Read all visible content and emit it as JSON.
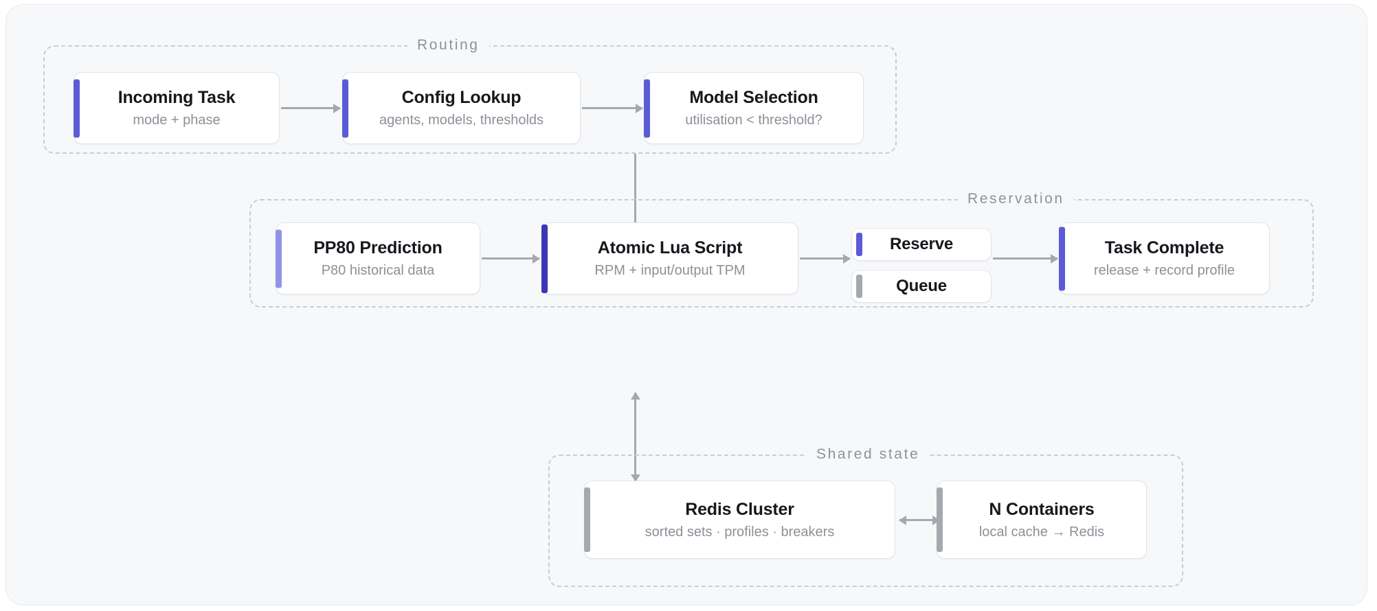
{
  "diagram": {
    "accent_colors": {
      "indigo": "#5b5bd6",
      "indigo_dark": "#3b37b5",
      "indigo_light": "#9193e8",
      "gray": "#a5a8ae"
    },
    "canvas_bg": "#f7f8fa",
    "groups": [
      {
        "id": "routing",
        "label": "Routing"
      },
      {
        "id": "reservation",
        "label": "Reservation"
      },
      {
        "id": "shared_state",
        "label": "Shared state"
      }
    ],
    "nodes": {
      "incoming_task": {
        "title": "Incoming Task",
        "sub": "mode + phase",
        "accent": "#5b5bd6"
      },
      "config_lookup": {
        "title": "Config Lookup",
        "sub": "agents, models, thresholds",
        "accent": "#5b5bd6"
      },
      "model_selection": {
        "title": "Model Selection",
        "sub": "utilisation < threshold?",
        "accent": "#5b5bd6"
      },
      "pp80_prediction": {
        "title": "PP80 Prediction",
        "sub": "P80 historical data",
        "accent": "#9193e8"
      },
      "atomic_lua": {
        "title": "Atomic Lua Script",
        "sub": "RPM + input/output TPM",
        "accent": "#3b37b5"
      },
      "reserve": {
        "title": "Reserve",
        "sub": "",
        "accent": "#5b5bd6"
      },
      "queue": {
        "title": "Queue",
        "sub": "",
        "accent": "#a5a8ae"
      },
      "task_complete": {
        "title": "Task Complete",
        "sub": "release + record profile",
        "accent": "#5b5bd6"
      },
      "redis_cluster": {
        "title": "Redis Cluster",
        "sub": "sorted sets · profiles · breakers",
        "accent": "#a5a8ae"
      },
      "n_containers": {
        "title": "N Containers",
        "sub": "local cache → Redis",
        "accent": "#a5a8ae"
      }
    },
    "edges": [
      {
        "from": "incoming_task",
        "to": "config_lookup",
        "kind": "arrow-right"
      },
      {
        "from": "config_lookup",
        "to": "model_selection",
        "kind": "arrow-right"
      },
      {
        "from": "routing",
        "to": "atomic_lua",
        "kind": "arrow-down"
      },
      {
        "from": "pp80_prediction",
        "to": "atomic_lua",
        "kind": "arrow-right"
      },
      {
        "from": "atomic_lua",
        "to": "reserve",
        "kind": "arrow-right"
      },
      {
        "from": "reserve",
        "to": "task_complete",
        "kind": "arrow-right"
      },
      {
        "from": "reservation",
        "to": "redis_cluster",
        "kind": "arrow-bidirectional-vertical"
      },
      {
        "from": "redis_cluster",
        "to": "n_containers",
        "kind": "arrow-bidirectional-horizontal"
      }
    ]
  }
}
